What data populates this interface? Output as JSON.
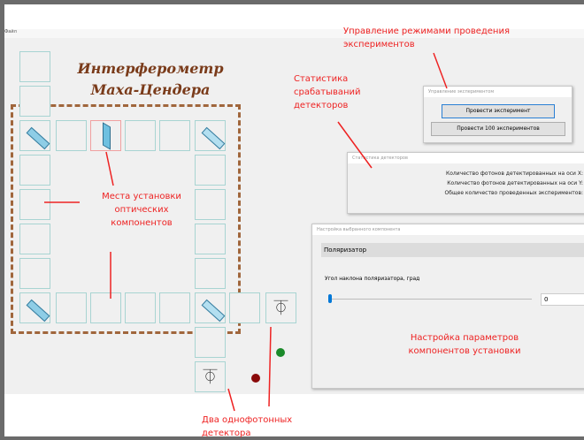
{
  "window": {
    "menu": "Файл"
  },
  "scheme": {
    "title_line1": "Интерферометр",
    "title_line2": "Маха-Цендера"
  },
  "experiment_panel": {
    "title": "Управление экспериментом",
    "run_one": "Провести эксперимент",
    "run_100": "Провести 100 экспериментов"
  },
  "stats_panel": {
    "title": "Статистика детекторов",
    "photons_x": "Количество фотонов детектированных на оси X:",
    "photons_y": "Количество фотонов детектированных на оси Y:",
    "total": "Общее количество проведенных экспериментов:"
  },
  "settings_panel": {
    "title": "Настройка выбранного компонента",
    "component": "Поляризатор",
    "angle_label": "Угол наклона поляризатора, град",
    "angle_value": "0",
    "slider_fraction": 0
  },
  "annotations": {
    "modes": "Управление режимами проведения экспериментов",
    "stats": "Статистика срабатываний детекторов",
    "places": "Места установки оптических компонентов",
    "settings": "Настройка параметров компонентов установки",
    "detectors": "Два однофотонных детектора"
  },
  "colors": {
    "annotation": "#ee2222",
    "title": "#7a3b1a",
    "cell_border": "#a8d4d2"
  }
}
